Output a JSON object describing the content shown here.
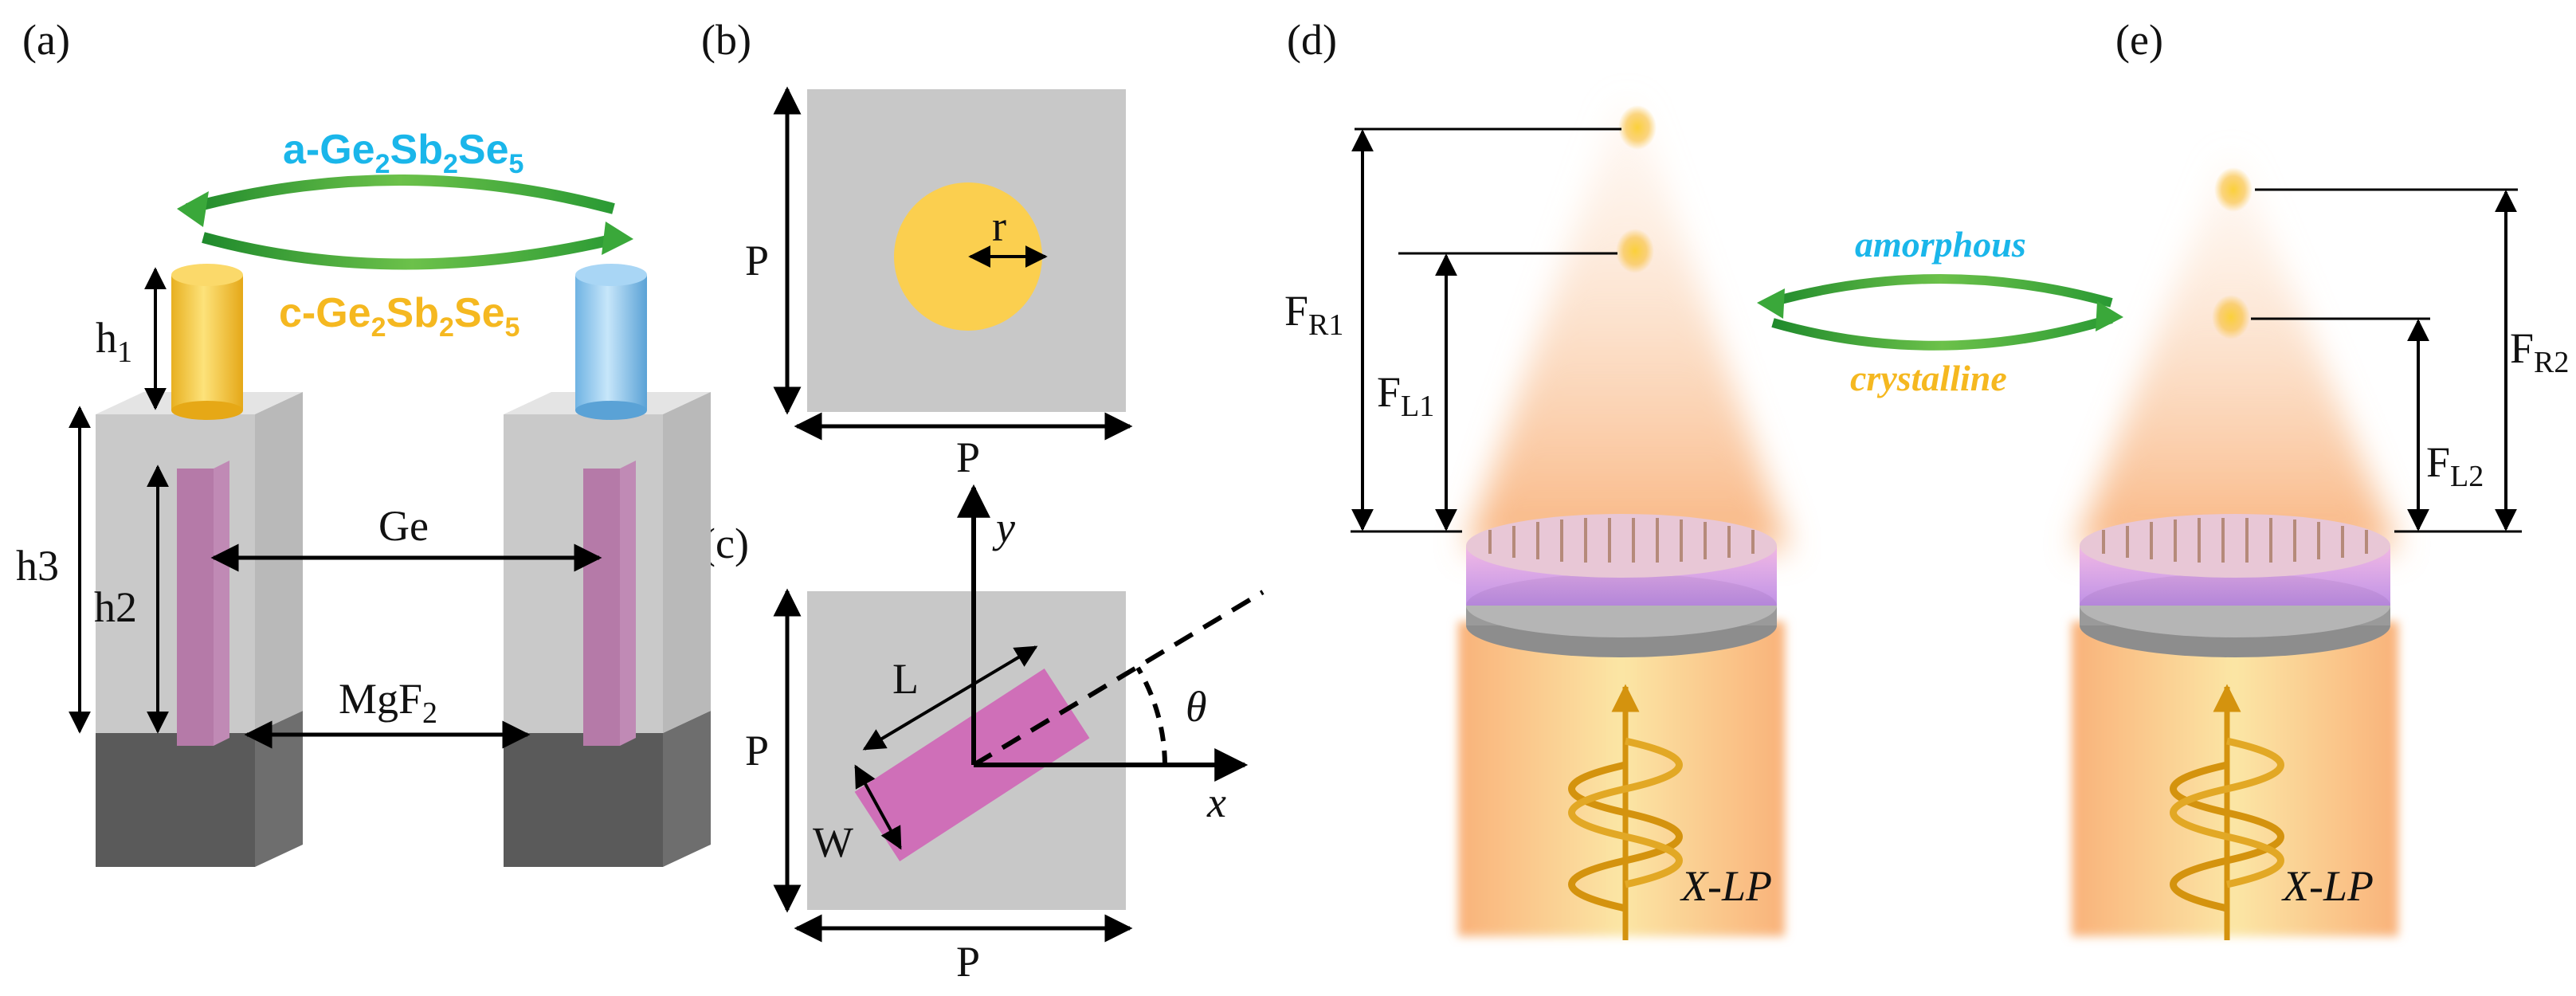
{
  "panels": {
    "a": "(a)",
    "b": "(b)",
    "c": "(c)",
    "d": "(d)",
    "e": "(e)"
  },
  "panel_a": {
    "amorphous_label": {
      "prefix": "a-Ge",
      "s1": "2",
      "mid1": "Sb",
      "s2": "2",
      "mid2": "Se",
      "s3": "5"
    },
    "crystalline_label": {
      "prefix": "c-Ge",
      "s1": "2",
      "mid1": "Sb",
      "s2": "2",
      "mid2": "Se",
      "s3": "5"
    },
    "h1": {
      "base": "h",
      "sub": "1"
    },
    "h2": "h2",
    "h3": "h3",
    "ge": "Ge",
    "mgf2": {
      "base": "MgF",
      "sub": "2"
    }
  },
  "panel_b": {
    "period_vertical": "P",
    "period_horizontal": "P",
    "radius": "r"
  },
  "panel_c": {
    "axis_x": "x",
    "axis_y": "y",
    "length": "L",
    "width": "W",
    "angle": "θ",
    "period_vertical": "P",
    "period_horizontal": "P"
  },
  "panel_d": {
    "f_r1": {
      "base": "F",
      "sub": "R1"
    },
    "f_l1": {
      "base": "F",
      "sub": "L1"
    },
    "polarization": "X-LP"
  },
  "panel_e": {
    "f_r2": {
      "base": "F",
      "sub": "R2"
    },
    "f_l2": {
      "base": "F",
      "sub": "L2"
    },
    "polarization": "X-LP"
  },
  "switch_labels": {
    "amorphous": "amorphous",
    "crystalline": "crystalline"
  },
  "colors": {
    "amorphous_text": "#1ab6ea",
    "crystalline_text": "#f5b820",
    "gst_crystalline": "#f8c940",
    "gst_amorphous": "#8ec8ee",
    "ge_bar": "#b57aa8",
    "mgf2_substrate": "#6e6e6e",
    "unit_cell": "#c8c8c8",
    "rod": "#cf6fb8",
    "disk": "#fbcf4f",
    "arrow_green": "#3aa83a",
    "beam": "#f7a86a",
    "wave": "#d4930e"
  }
}
